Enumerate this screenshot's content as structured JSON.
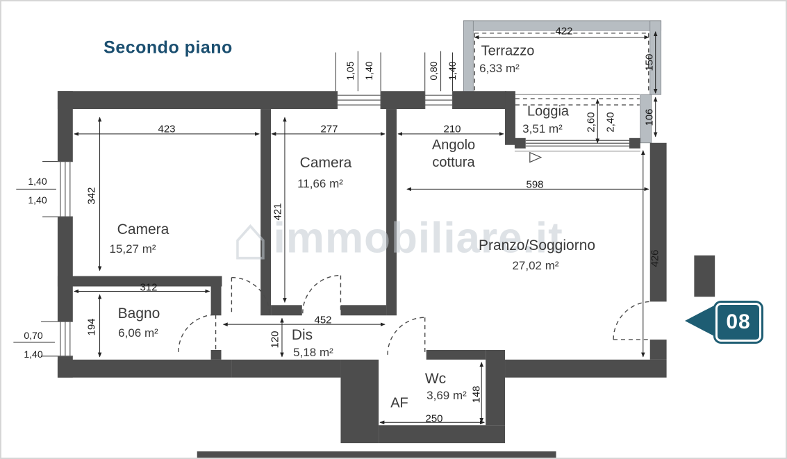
{
  "title": "Secondo piano",
  "watermark": "immobiliare.it",
  "badge": {
    "number": "08"
  },
  "colors": {
    "wall": "#4d4d4d",
    "terrace_wall": "#b7bdc2",
    "accent": "#1e5d73",
    "title": "#1b4f70",
    "room_text": "#3a3a3a",
    "dim_text": "#1a1a1a",
    "watermark": "#c4ccd2"
  },
  "rooms": {
    "terrazzo": {
      "name": "Terrazzo",
      "area": "6,33 m²"
    },
    "loggia": {
      "name": "Loggia",
      "area": "3,51 m²"
    },
    "angolo_cottura": {
      "name": "Angolo cottura"
    },
    "camera_grande": {
      "name": "Camera",
      "area": "15,27 m²"
    },
    "camera_piccola": {
      "name": "Camera",
      "area": "11,66 m²"
    },
    "pranzo_soggiorno": {
      "name": "Pranzo/Soggiorno",
      "area": "27,02 m²"
    },
    "bagno": {
      "name": "Bagno",
      "area": "6,06 m²"
    },
    "dis": {
      "name": "Dis",
      "area": "5,18 m²"
    },
    "wc": {
      "name": "Wc",
      "area": "3,69 m²"
    },
    "af": {
      "label": "AF"
    }
  },
  "dimensions": {
    "terrazzo_width": "422",
    "terrazzo_height": "150",
    "loggia_height": "106",
    "loggia_depth_a": "2,60",
    "loggia_depth_b": "2,40",
    "camera_grande_width": "423",
    "camera_grande_height": "342",
    "camera_piccola_width": "277",
    "camera_piccola_height": "421",
    "angolo_width": "210",
    "pranzo_width": "598",
    "pranzo_height": "426",
    "bagno_width": "312",
    "bagno_height": "194",
    "dis_width": "452",
    "dis_height": "120",
    "wc_width": "250",
    "wc_height": "148",
    "window_left1_a": "1,40",
    "window_left1_b": "1,40",
    "window_left2_a": "0,70",
    "window_left2_b": "1,40",
    "window_top1_a": "1,05",
    "window_top1_b": "1,40",
    "window_top2_a": "0,80",
    "window_top2_b": "1,40"
  }
}
